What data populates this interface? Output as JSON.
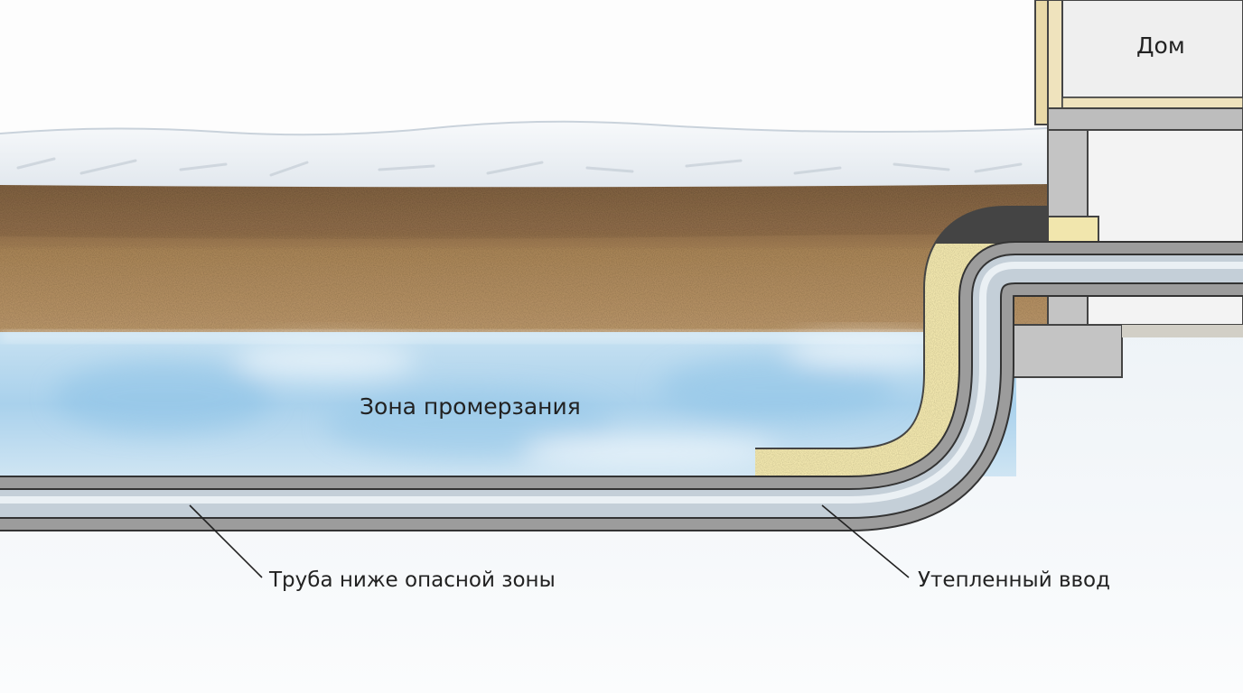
{
  "labels": {
    "house": "Дом",
    "frost_zone": "Зона промерзания",
    "pipe_below": "Труба ниже опасной зоны",
    "insulated_entry": "Утепленный ввод"
  },
  "colors": {
    "snow": "#eef1f4",
    "topsoil": "#8b6a48",
    "sand": "#b48e60",
    "frost": "#a9d1ec",
    "insulation": "#f1e6ad",
    "pipe": "#c4cfd8",
    "pipe_casing": "#9c9c9c",
    "concrete": "#c4c4c4",
    "wall": "#e7e3da"
  }
}
